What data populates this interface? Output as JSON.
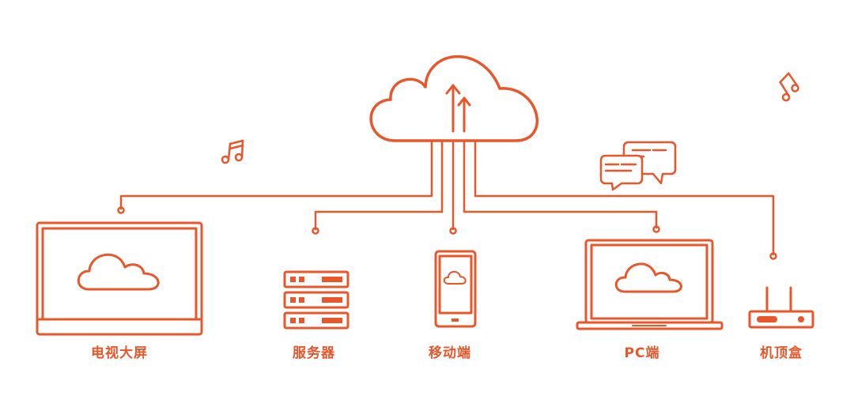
{
  "colors": {
    "accent": "#e8562a",
    "background": "#ffffff"
  },
  "devices": [
    {
      "label": "电视大屏",
      "icon": "tv-screen-icon"
    },
    {
      "label": "服务器",
      "icon": "server-rack-icon"
    },
    {
      "label": "移动端",
      "icon": "mobile-phone-icon"
    },
    {
      "label": "PC端",
      "icon": "laptop-icon"
    },
    {
      "label": "机顶盒",
      "icon": "set-top-box-icon"
    }
  ],
  "decorations": [
    "cloud-upload-icon",
    "music-note-icon",
    "music-note-tilted-icon",
    "chat-bubbles-icon"
  ]
}
